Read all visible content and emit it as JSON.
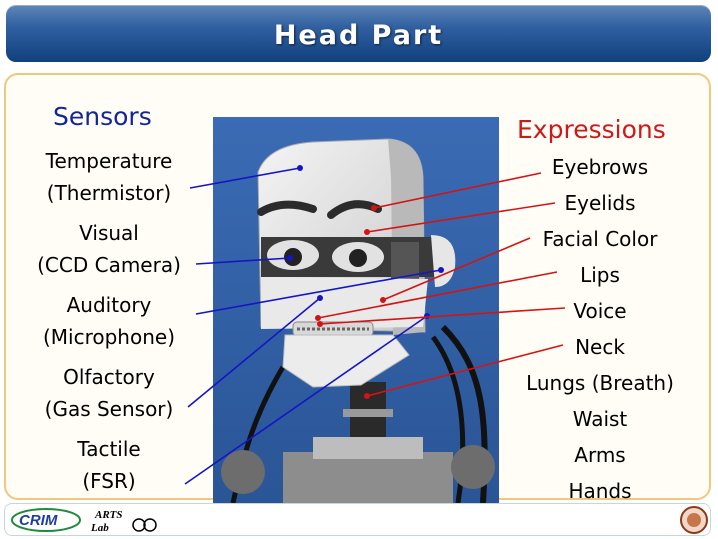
{
  "title": "Head Part",
  "sensors": {
    "heading": "Sensors",
    "items": [
      {
        "line1": "Temperature",
        "line2": "(Thermistor)"
      },
      {
        "line1": "Visual",
        "line2": "(CCD Camera)"
      },
      {
        "line1": "Auditory",
        "line2": "(Microphone)"
      },
      {
        "line1": "Olfactory",
        "line2": "(Gas Sensor)"
      },
      {
        "line1": "Tactile",
        "line2": "(FSR)"
      }
    ]
  },
  "expressions": {
    "heading": "Expressions",
    "items": [
      "Eyebrows",
      "Eyelids",
      "Facial Color",
      "Lips",
      "Voice",
      "Neck",
      "Lungs (Breath)",
      "Waist",
      "Arms",
      "Hands"
    ]
  },
  "footer": {
    "logo_left": "CRIM",
    "logo_mid_line1": "ARTS",
    "logo_mid_line2": "Lab"
  },
  "colors": {
    "title_bar": "#2f5f9f",
    "sensors": "#12259a",
    "expressions": "#cc1a1a",
    "panel_border": "#f1c77e"
  }
}
